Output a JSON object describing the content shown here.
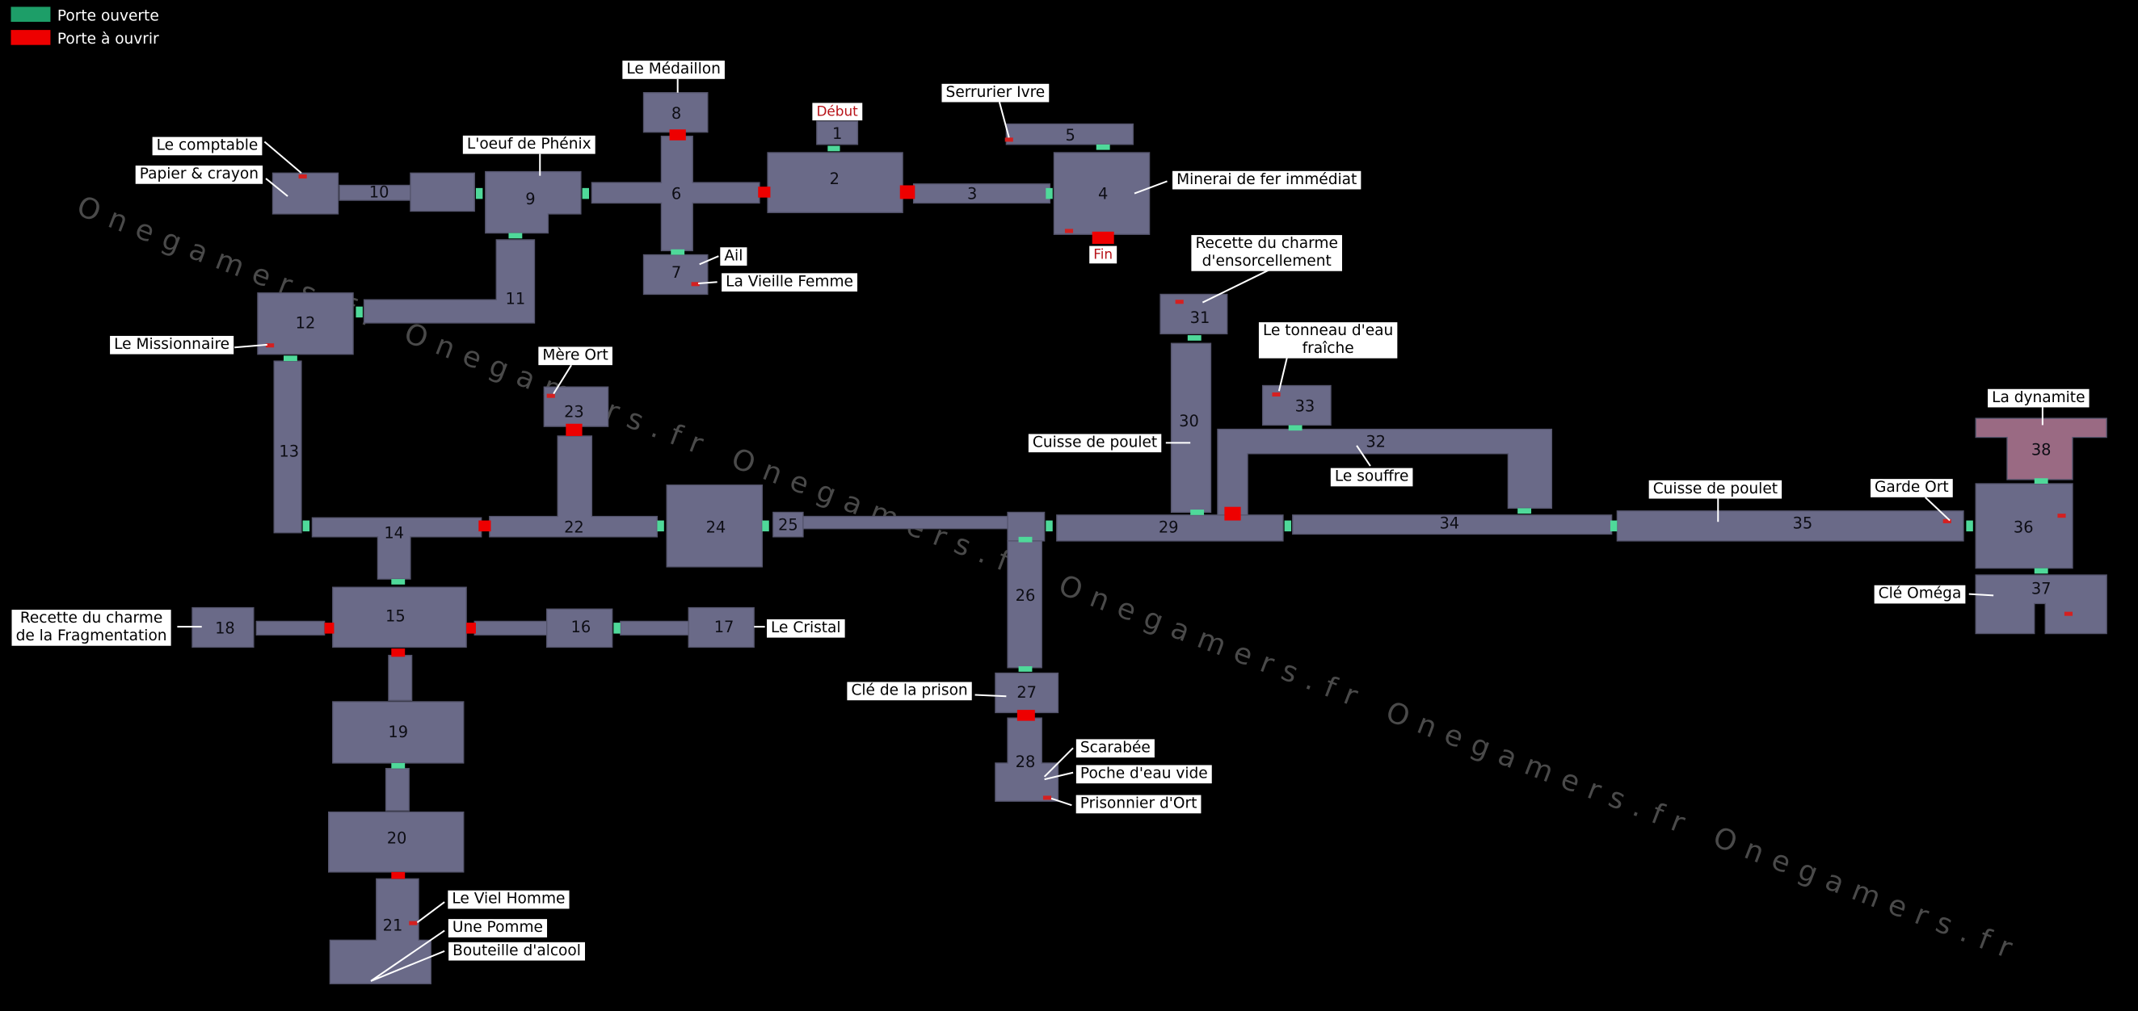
{
  "legend": [
    {
      "label": "Porte ouverte",
      "color": "#1d9e68"
    },
    {
      "label": "Porte à ouvrir",
      "color": "#ee0000"
    }
  ],
  "markers": {
    "start": "Début",
    "end": "Fin"
  },
  "room_numbers": [
    "1",
    "2",
    "3",
    "4",
    "5",
    "6",
    "7",
    "8",
    "9",
    "10",
    "11",
    "12",
    "13",
    "14",
    "15",
    "16",
    "17",
    "18",
    "19",
    "20",
    "21",
    "22",
    "23",
    "24",
    "25",
    "26",
    "27",
    "28",
    "29",
    "30",
    "31",
    "32",
    "33",
    "34",
    "35",
    "36",
    "37",
    "38"
  ],
  "labels": {
    "medaillon": "Le Médaillon",
    "serrurier": "Serrurier Ivre",
    "comptable": "Le comptable",
    "papier": "Papier & crayon",
    "oeuf": "L'oeuf de Phénix",
    "minerai": "Minerai de fer immédiat",
    "ail": "Ail",
    "vieille_femme": "La Vieille Femme",
    "recette_ensorcellement": [
      "Recette du charme",
      "d'ensorcellement"
    ],
    "missionnaire": "Le Missionnaire",
    "mere_ort": "Mère Ort",
    "tonneau": [
      "Le tonneau d'eau",
      "fraîche"
    ],
    "cuisse_poulet_1": "Cuisse de poulet",
    "souffre": "Le souffre",
    "dynamite": "La dynamite",
    "cuisse_poulet_2": "Cuisse de poulet",
    "garde_ort": "Garde Ort",
    "cle_omega": "Clé Oméga",
    "recette_fragmentation": [
      "Recette du charme",
      "de la Fragmentation"
    ],
    "cristal": "Le Cristal",
    "cle_prison": "Clé de la prison",
    "scarabee": "Scarabée",
    "poche_eau": "Poche d'eau vide",
    "prisonnier": "Prisonnier d'Ort",
    "viel_homme": "Le Viel Homme",
    "pomme": "Une Pomme",
    "bouteille": "Bouteille d'alcool"
  },
  "watermark": "Onegamers.fr",
  "colors": {
    "background": "#000000",
    "room": "#6a6a88",
    "room_special": "#9a6a83",
    "open_door": "#4fd99a",
    "locked_door": "#ee0000",
    "item": "#d42020",
    "label_bg": "#ffffff",
    "label_text": "#000000",
    "marker_text": "#b8141a",
    "watermark": "#4a4a4a"
  }
}
